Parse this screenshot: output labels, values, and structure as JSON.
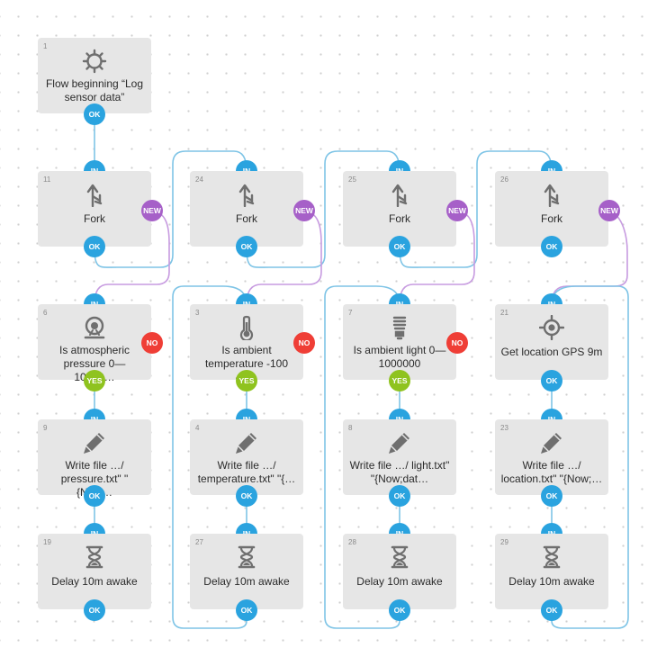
{
  "colors": {
    "canvas": "#ffffff",
    "block": "#e6e6e6",
    "pin_ok_in": "#2aa3df",
    "pin_yes": "#8fc31f",
    "pin_no": "#ef3e36",
    "pin_new": "#a660c8",
    "wire_flow": "#7ec4e6",
    "wire_new": "#c79be0",
    "icon": "#6f6f6f"
  },
  "pins": {
    "in": "IN",
    "ok": "OK",
    "yes": "YES",
    "no": "NO",
    "new": "NEW"
  },
  "blocks": [
    {
      "id": "1",
      "icon": "gear-icon",
      "label": "Flow beginning “Log sensor data”"
    },
    {
      "id": "11",
      "icon": "fork-icon",
      "label": "Fork"
    },
    {
      "id": "24",
      "icon": "fork-icon",
      "label": "Fork"
    },
    {
      "id": "25",
      "icon": "fork-icon",
      "label": "Fork"
    },
    {
      "id": "26",
      "icon": "fork-icon",
      "label": "Fork"
    },
    {
      "id": "6",
      "icon": "barometer-icon",
      "label": "Is atmospheric pressure 0—10000…"
    },
    {
      "id": "3",
      "icon": "thermometer-icon",
      "label": "Is ambient temperature -100—…"
    },
    {
      "id": "7",
      "icon": "light-bulb-icon",
      "label": "Is ambient light 0—1000000"
    },
    {
      "id": "21",
      "icon": "gps-target-icon",
      "label": "Get location GPS 9m"
    },
    {
      "id": "9",
      "icon": "pencil-icon",
      "label": "Write file …/ pressure.txt\" \"{Now…"
    },
    {
      "id": "4",
      "icon": "pencil-icon",
      "label": "Write file …/ temperature.txt\" \"{…"
    },
    {
      "id": "8",
      "icon": "pencil-icon",
      "label": "Write file …/ light.txt\" \"{Now;dat…"
    },
    {
      "id": "23",
      "icon": "pencil-icon",
      "label": "Write file …/ location.txt\" \"{Now;…"
    },
    {
      "id": "19",
      "icon": "hourglass-icon",
      "label": "Delay 10m awake"
    },
    {
      "id": "27",
      "icon": "hourglass-icon",
      "label": "Delay 10m awake"
    },
    {
      "id": "28",
      "icon": "hourglass-icon",
      "label": "Delay 10m awake"
    },
    {
      "id": "29",
      "icon": "hourglass-icon",
      "label": "Delay 10m awake"
    }
  ]
}
